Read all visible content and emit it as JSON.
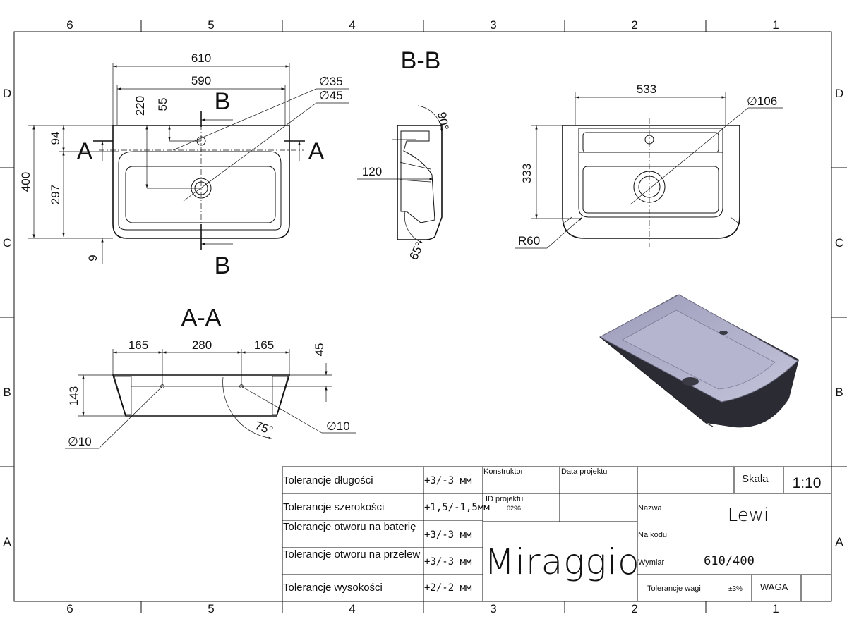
{
  "grid": {
    "columns_top": [
      "6",
      "5",
      "4",
      "3",
      "2",
      "1"
    ],
    "columns_bottom": [
      "6",
      "5",
      "4",
      "3",
      "2",
      "1"
    ],
    "rows_left": [
      "D",
      "C",
      "B",
      "A"
    ],
    "rows_right": [
      "D",
      "C",
      "B",
      "A"
    ]
  },
  "top_view": {
    "dims": {
      "w610": "610",
      "w590": "590",
      "h220": "220",
      "h55": "55",
      "d35": "∅35",
      "d45": "∅45",
      "h400": "400",
      "h94": "94",
      "h297": "297",
      "h9": "9"
    },
    "section_marks": {
      "b_top": "B",
      "b_bottom": "B",
      "a_left": "A",
      "a_right": "A"
    }
  },
  "section_bb": {
    "title": "B-B",
    "dims": {
      "angle90": "90°",
      "d120": "120",
      "angle65": "65°"
    }
  },
  "side_view": {
    "dims": {
      "w533": "533",
      "d106": "∅106",
      "h333": "333",
      "r60": "R60"
    }
  },
  "section_aa": {
    "title": "A-A",
    "dims": {
      "w165a": "165",
      "w280": "280",
      "w165b": "165",
      "h45": "45",
      "h143": "143",
      "d10a": "∅10",
      "d10b": "∅10",
      "angle75": "75°"
    }
  },
  "title_block": {
    "tolerances": [
      {
        "label": "Tolerancje długości",
        "value": "+3/-3 мм"
      },
      {
        "label": "Tolerancje szerokości",
        "value": "+1,5/-1,5мм"
      },
      {
        "label": "Tolerancje otworu na baterię",
        "value": "+3/-3 мм"
      },
      {
        "label": "Tolerancje otworu na przelew",
        "value": "+3/-3 мм"
      },
      {
        "label": "Tolerancje wysokości",
        "value": "+2/-2 мм"
      }
    ],
    "konstruktor_label": "Konstruktor",
    "data_projektu_label": "Data projektu",
    "id_projektu_label": "ID projektu",
    "id_projektu_value": "0296",
    "brand": "Miraggio",
    "skala_label": "Skala",
    "skala_value": "1:10",
    "nazwa_label": "Nazwa",
    "nazwa_value": "Lewi",
    "na_kodu_label": "Na kodu",
    "wymiar_label": "Wymiar",
    "wymiar_value": "610/400",
    "tol_wagi_label": "Tolerancje wagi",
    "tol_wagi_value": "±3%",
    "waga_label": "WAGA"
  },
  "colors": {
    "line": "#111111",
    "render_inner": "#a9a9c6",
    "render_outer": "#2b2b33"
  }
}
